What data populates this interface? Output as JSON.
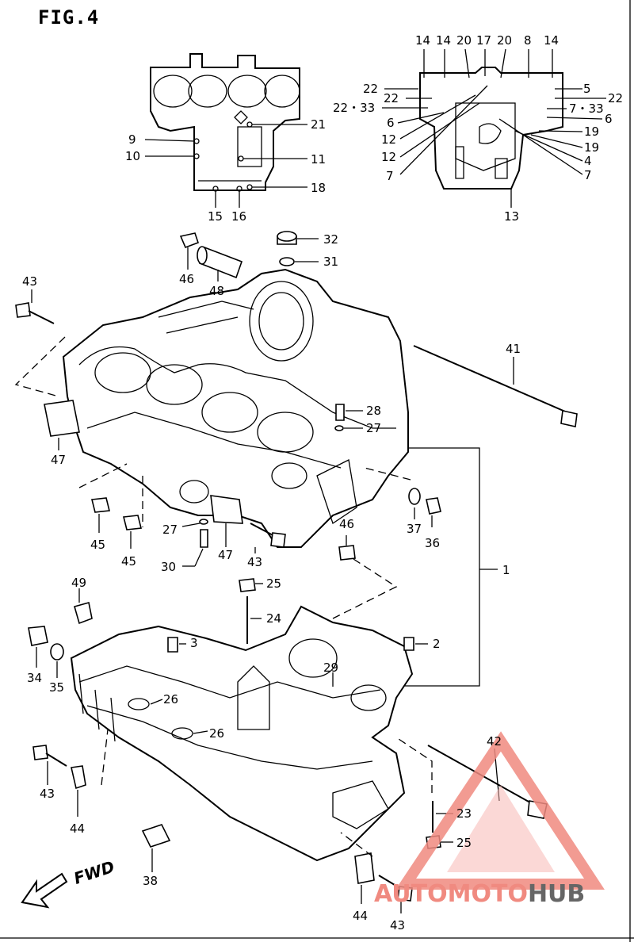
{
  "figure": {
    "title": "FIG.4"
  },
  "watermark": {
    "brand_a": "AUTOMOTO",
    "brand_b": "HUB",
    "color_a": "#f08a80",
    "color_b": "#666666"
  },
  "callouts": [
    {
      "id": "c32",
      "label": "32"
    },
    {
      "id": "c31",
      "label": "31"
    },
    {
      "id": "c46a",
      "label": "46"
    },
    {
      "id": "c48",
      "label": "48"
    },
    {
      "id": "c43a",
      "label": "43"
    },
    {
      "id": "c41",
      "label": "41"
    },
    {
      "id": "c28",
      "label": "28"
    },
    {
      "id": "c27a",
      "label": "27"
    },
    {
      "id": "c47a",
      "label": "47"
    },
    {
      "id": "c45a",
      "label": "45"
    },
    {
      "id": "c45b",
      "label": "45"
    },
    {
      "id": "c27b",
      "label": "27"
    },
    {
      "id": "c47b",
      "label": "47"
    },
    {
      "id": "c30",
      "label": "30"
    },
    {
      "id": "c43b",
      "label": "43"
    },
    {
      "id": "c46b",
      "label": "46"
    },
    {
      "id": "c37",
      "label": "37"
    },
    {
      "id": "c36",
      "label": "36"
    },
    {
      "id": "c1",
      "label": "1"
    },
    {
      "id": "c49",
      "label": "49"
    },
    {
      "id": "c25a",
      "label": "25"
    },
    {
      "id": "c24",
      "label": "24"
    },
    {
      "id": "c3",
      "label": "3"
    },
    {
      "id": "c2",
      "label": "2"
    },
    {
      "id": "c34",
      "label": "34"
    },
    {
      "id": "c35",
      "label": "35"
    },
    {
      "id": "c29",
      "label": "29"
    },
    {
      "id": "c26a",
      "label": "26"
    },
    {
      "id": "c26b",
      "label": "26"
    },
    {
      "id": "c43c",
      "label": "43"
    },
    {
      "id": "c44a",
      "label": "44"
    },
    {
      "id": "c42",
      "label": "42"
    },
    {
      "id": "c23",
      "label": "23"
    },
    {
      "id": "c25b",
      "label": "25"
    },
    {
      "id": "c38",
      "label": "38"
    },
    {
      "id": "c44b",
      "label": "44"
    },
    {
      "id": "c43d",
      "label": "43"
    },
    {
      "id": "u9",
      "label": "9"
    },
    {
      "id": "u10",
      "label": "10"
    },
    {
      "id": "u21",
      "label": "21"
    },
    {
      "id": "u11",
      "label": "11"
    },
    {
      "id": "u18",
      "label": "18"
    },
    {
      "id": "u15",
      "label": "15"
    },
    {
      "id": "u16",
      "label": "16"
    },
    {
      "id": "r14a",
      "label": "14"
    },
    {
      "id": "r14b",
      "label": "14"
    },
    {
      "id": "r20a",
      "label": "20"
    },
    {
      "id": "r17",
      "label": "17"
    },
    {
      "id": "r20b",
      "label": "20"
    },
    {
      "id": "r8",
      "label": "8"
    },
    {
      "id": "r14c",
      "label": "14"
    },
    {
      "id": "r22a",
      "label": "22"
    },
    {
      "id": "r22b",
      "label": "22"
    },
    {
      "id": "r2233a",
      "label": "22・33"
    },
    {
      "id": "r6a",
      "label": "6"
    },
    {
      "id": "r12a",
      "label": "12"
    },
    {
      "id": "r12b",
      "label": "12"
    },
    {
      "id": "r7a",
      "label": "7"
    },
    {
      "id": "r5",
      "label": "5"
    },
    {
      "id": "r22c",
      "label": "22"
    },
    {
      "id": "r733",
      "label": "7・33"
    },
    {
      "id": "r6b",
      "label": "6"
    },
    {
      "id": "r19a",
      "label": "19"
    },
    {
      "id": "r19b",
      "label": "19"
    },
    {
      "id": "r4",
      "label": "4"
    },
    {
      "id": "r7b",
      "label": "7"
    },
    {
      "id": "r13",
      "label": "13"
    }
  ],
  "fwd": {
    "label": "FWD"
  }
}
